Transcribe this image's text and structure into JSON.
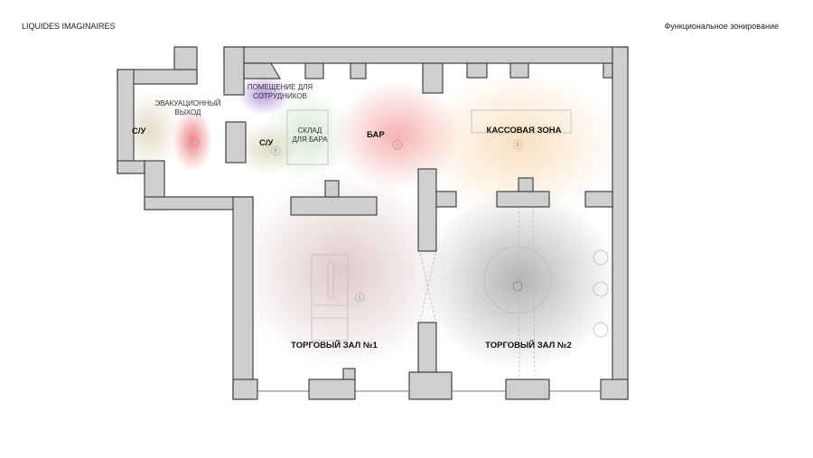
{
  "header": {
    "brand": "LIQUIDES IMAGINAIRES",
    "title": "Функциональное зонирование"
  },
  "zones": [
    {
      "id": "wc1",
      "label": "С/У"
    },
    {
      "id": "exit",
      "label": "ЭВАКУАЦИОННЫЙ\nВЫХОД"
    },
    {
      "id": "staff",
      "label": "ПОМЕЩЕНИЕ ДЛЯ\nСОТРУДНИКОВ"
    },
    {
      "id": "wc2",
      "label": "С/У"
    },
    {
      "id": "storage",
      "label": "СКЛАД\nДЛЯ БАРА"
    },
    {
      "id": "bar",
      "label": "БАР"
    },
    {
      "id": "cash",
      "label": "КАССОВАЯ ЗОНА"
    },
    {
      "id": "hall1",
      "label": "ТОРГОВЫЙ ЗАЛ №1"
    },
    {
      "id": "hall2",
      "label": "ТОРГОВЫЙ ЗАЛ №2"
    }
  ],
  "markers": [
    "1",
    "2",
    "3",
    "4",
    "6",
    "8"
  ],
  "colors": {
    "wall": "#cfcfcf",
    "outline": "#444444",
    "exit": "#e85a5a",
    "staff": "#9a6ad0",
    "storage": "#8fc08a",
    "bar": "#f07070",
    "cash": "#f0b060",
    "hall1": "#b07a7a",
    "hall2": "#8a8a8a",
    "wc": "#b8a870"
  }
}
